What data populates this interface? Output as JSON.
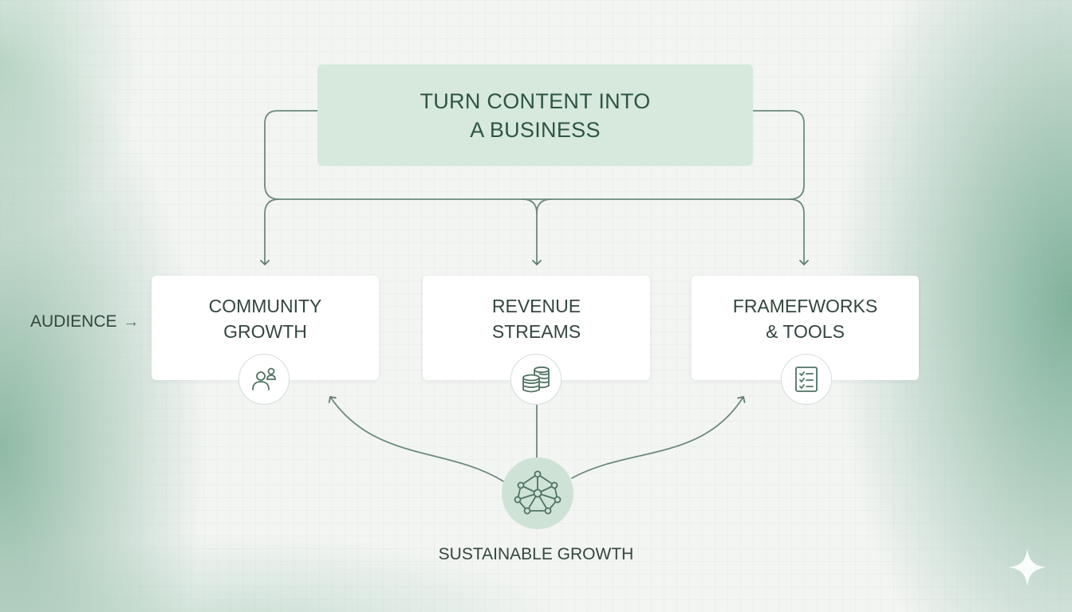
{
  "title": {
    "line1": "TURN CONTENT INTO",
    "line2": "A BUSINESS"
  },
  "cards": [
    {
      "line1": "COMMUNITY",
      "line2": "GROWTH",
      "icon": "people-icon"
    },
    {
      "line1": "REVENUE",
      "line2": "STREAMS",
      "icon": "coin-stack-icon"
    },
    {
      "line1": "FRAMEFWORKS",
      "line2": "& TOOLS",
      "icon": "checklist-icon"
    }
  ],
  "side_input": {
    "label": "AUDIENCE",
    "arrow": "→"
  },
  "hub": {
    "label": "SUSTAINABLE GROWTH",
    "icon": "network-icon"
  },
  "colors": {
    "accent": "#5f7d6f",
    "title_fill": "#d6e9dc",
    "text": "#33463d",
    "hub_fill": "#cfe2d6"
  }
}
